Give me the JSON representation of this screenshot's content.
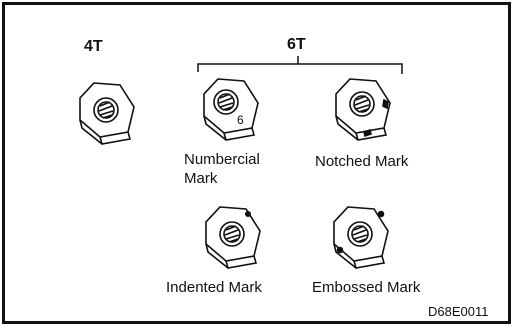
{
  "diagram": {
    "grade_4t": "4T",
    "grade_6t": "6T",
    "marks": {
      "numbercial": [
        "Numbercial",
        "Mark"
      ],
      "notched": "Notched Mark",
      "indented": "Indented Mark",
      "embossed": "Embossed Mark"
    },
    "numeral_on_nut": "6",
    "figure_id": "D68E0011"
  }
}
